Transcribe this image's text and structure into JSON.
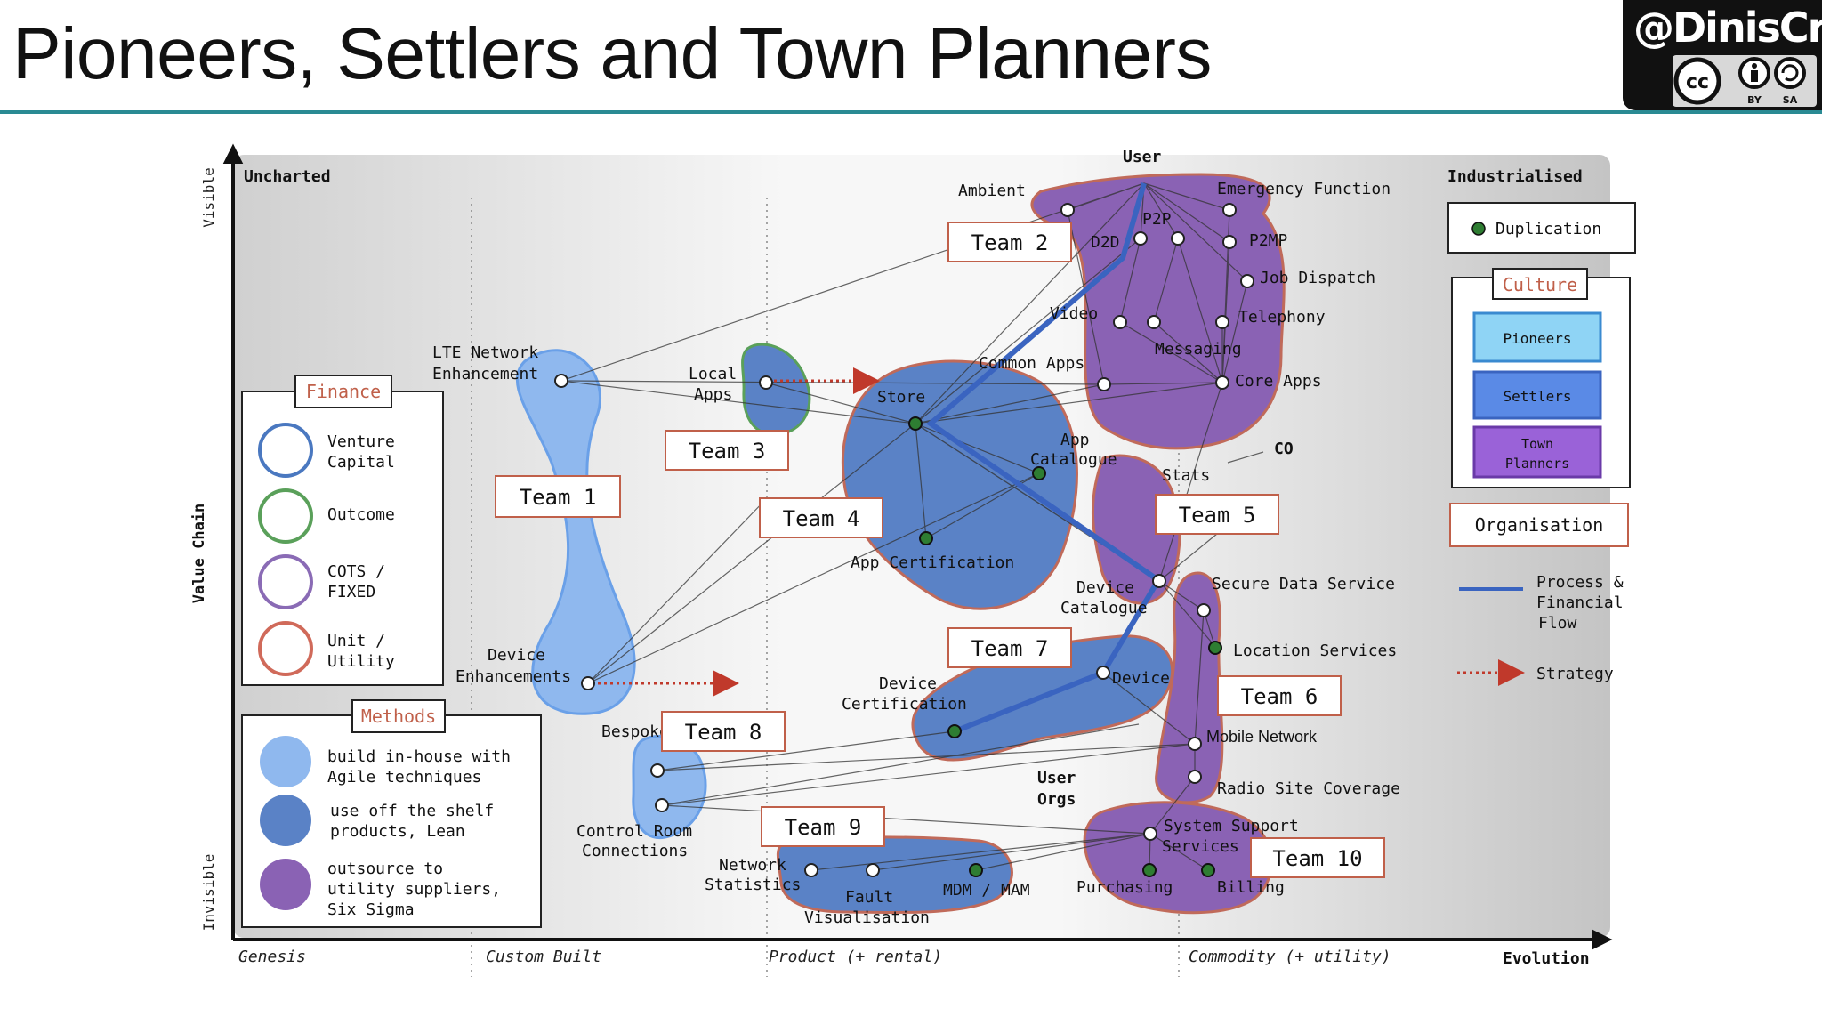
{
  "title": "Pioneers, Settlers and Town Planners",
  "badge": {
    "handle": "@DinisCruz",
    "by": "BY",
    "sa": "SA"
  },
  "axes": {
    "y_label": "Value Chain",
    "y_top": "Visible",
    "y_bottom": "Invisible",
    "x_label": "Evolution",
    "stages": [
      "Genesis",
      "Custom Built",
      "Product (+ rental)",
      "Commodity (+ utility)"
    ],
    "corner_left": "Uncharted",
    "corner_right": "Industrialised"
  },
  "components": {
    "user": "User",
    "ambient": "Ambient",
    "emergency": "Emergency Function",
    "p2p": "P2P",
    "d2d": "D2D",
    "p2mp": "P2MP",
    "job": "Job Dispatch",
    "video": "Video",
    "telephony": "Telephony",
    "messaging": "Messaging",
    "common_apps": "Common Apps",
    "core_apps": "Core Apps",
    "lte1": "LTE Network",
    "lte2": "Enhancement",
    "local1": "Local",
    "local2": "Apps",
    "store": "Store",
    "appcat1": "App",
    "appcat2": "Catalogue",
    "stats": "Stats",
    "co": "CO",
    "appcert": "App Certification",
    "devcat1": "Device",
    "devcat2": "Catalogue",
    "secure": "Secure Data Service",
    "location": "Location Services",
    "devenh1": "Device",
    "devenh2": "Enhancements",
    "devcert1": "Device",
    "devcert2": "Certification",
    "device": "Device",
    "mobile": "Mobile Network",
    "radio": "Radio Site Coverage",
    "bespoke": "Bespoke",
    "control1": "Control Room",
    "control2": "Connections",
    "userorgs1": "User",
    "userorgs2": "Orgs",
    "sys1": "System Support",
    "sys2": "Services",
    "netstat1": "Network",
    "netstat2": "Statistics",
    "fault1": "Fault",
    "fault2": "Visualisation",
    "mdm": "MDM / MAM",
    "purchasing": "Purchasing",
    "billing": "Billing"
  },
  "teams": [
    "Team 1",
    "Team 2",
    "Team 3",
    "Team 4",
    "Team 5",
    "Team 6",
    "Team 7",
    "Team 8",
    "Team 9",
    "Team 10"
  ],
  "finance": {
    "title": "Finance",
    "items": [
      {
        "l1": "Venture",
        "l2": "Capital",
        "color": "#4a78c0"
      },
      {
        "l1": "Outcome",
        "l2": "",
        "color": "#5aa05a"
      },
      {
        "l1": "COTS /",
        "l2": "FIXED",
        "color": "#8a6bb5"
      },
      {
        "l1": "Unit /",
        "l2": "Utility",
        "color": "#d06a5a"
      }
    ]
  },
  "methods": {
    "title": "Methods",
    "items": [
      {
        "l1": "build in-house with",
        "l2": "Agile techniques",
        "l3": "",
        "color": "#8fb8ee"
      },
      {
        "l1": "use off the shelf",
        "l2": "products, Lean",
        "l3": "",
        "color": "#5a82c6"
      },
      {
        "l1": "outsource to",
        "l2": "utility suppliers,",
        "l3": "Six Sigma",
        "color": "#8a62b4"
      }
    ]
  },
  "legend": {
    "duplication": "Duplication",
    "culture_title": "Culture",
    "pioneers": "Pioneers",
    "settlers": "Settlers",
    "town1": "Town",
    "town2": "Planners",
    "organisation": "Organisation",
    "process1": "Process  &",
    "process2": "Financial",
    "process3": "Flow",
    "strategy": "Strategy"
  },
  "colors": {
    "pioneer": "#8fb8ee",
    "settler": "#5a82c6",
    "town_planner": "#8a62b4",
    "flow": "#3a64c0",
    "strategy": "#c0392b",
    "team_border": "#c0604a",
    "title_rule": "#2a8a93"
  }
}
